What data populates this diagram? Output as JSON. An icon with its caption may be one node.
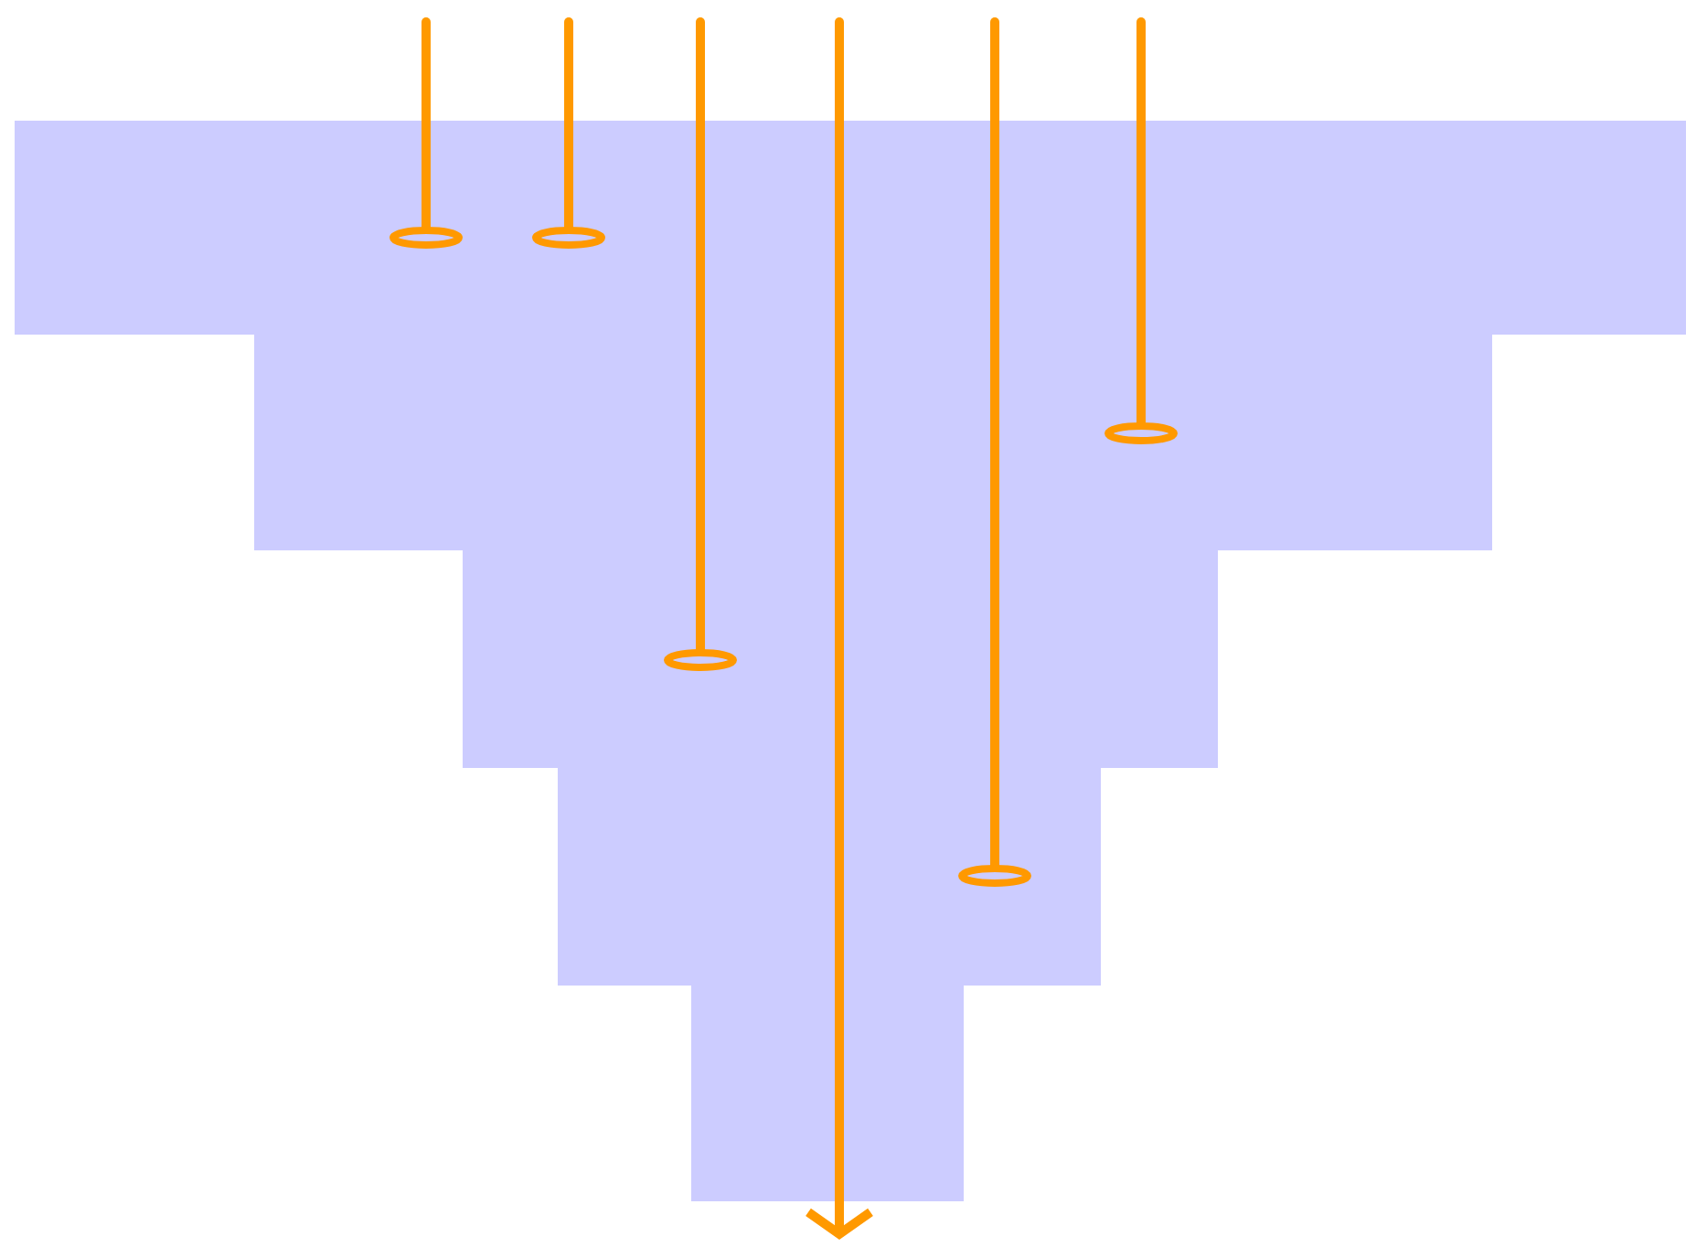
{
  "diagram": {
    "nodes": [
      {
        "text": [],
        "shape": "bar"
      },
      {
        "text": [],
        "shape": "bar"
      },
      {
        "text": [],
        "shape": "bar"
      },
      {
        "text": [],
        "shape": "bar"
      },
      {
        "text": [],
        "shape": "bar"
      }
    ],
    "edges": [
      {
        "from": null,
        "to": 0,
        "arrow": "other"
      },
      {
        "from": null,
        "to": 0,
        "arrow": "other"
      },
      {
        "from": null,
        "to": 2,
        "arrow": "other"
      },
      {
        "from": null,
        "to": 4,
        "arrow": "to"
      },
      {
        "from": null,
        "to": 3,
        "arrow": "other"
      },
      {
        "from": null,
        "to": 1,
        "arrow": "other"
      }
    ]
  }
}
